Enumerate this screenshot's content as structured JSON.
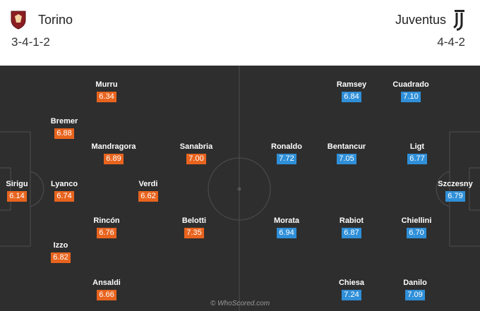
{
  "header": {
    "home": {
      "name": "Torino",
      "formation": "3-4-1-2",
      "badge": "torino-crest-icon"
    },
    "away": {
      "name": "Juventus",
      "formation": "4-4-2",
      "badge": "juventus-crest-icon"
    }
  },
  "colors": {
    "pitch": "#2e2e2e",
    "home_rating": "#e8641e",
    "away_rating": "#2f8fd8"
  },
  "home_players": [
    {
      "name": "Sirigu",
      "rating": "6.14"
    },
    {
      "name": "Bremer",
      "rating": "6.88"
    },
    {
      "name": "Lyanco",
      "rating": "6.74"
    },
    {
      "name": "Izzo",
      "rating": "6.82"
    },
    {
      "name": "Murru",
      "rating": "6.34"
    },
    {
      "name": "Mandragora",
      "rating": "6.89"
    },
    {
      "name": "Rincón",
      "rating": "6.76"
    },
    {
      "name": "Ansaldi",
      "rating": "6.66"
    },
    {
      "name": "Verdi",
      "rating": "6.62"
    },
    {
      "name": "Sanabria",
      "rating": "7.00"
    },
    {
      "name": "Belotti",
      "rating": "7.35"
    }
  ],
  "away_players": [
    {
      "name": "Szczesny",
      "rating": "6.79"
    },
    {
      "name": "Cuadrado",
      "rating": "7.10"
    },
    {
      "name": "Ligt",
      "rating": "6.77"
    },
    {
      "name": "Chiellini",
      "rating": "6.70"
    },
    {
      "name": "Danilo",
      "rating": "7.09"
    },
    {
      "name": "Ramsey",
      "rating": "6.84"
    },
    {
      "name": "Bentancur",
      "rating": "7.05"
    },
    {
      "name": "Rabiot",
      "rating": "6.87"
    },
    {
      "name": "Chiesa",
      "rating": "7.24"
    },
    {
      "name": "Ronaldo",
      "rating": "7.72"
    },
    {
      "name": "Morata",
      "rating": "6.94"
    }
  ],
  "footer": {
    "credit": "© WhoScored.com"
  }
}
